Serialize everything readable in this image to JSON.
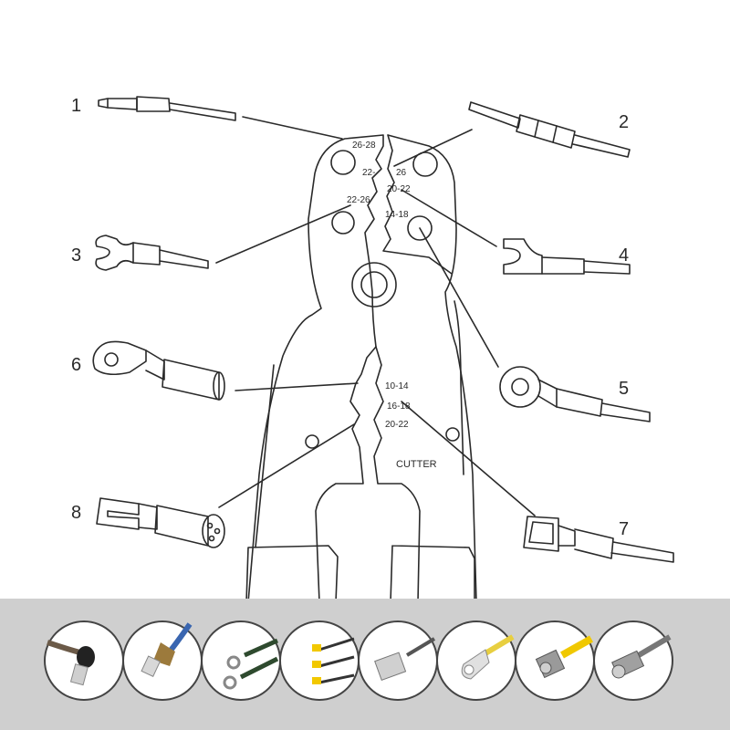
{
  "callouts": [
    {
      "num": "1"
    },
    {
      "num": "2"
    },
    {
      "num": "3"
    },
    {
      "num": "4"
    },
    {
      "num": "5"
    },
    {
      "num": "6"
    },
    {
      "num": "7"
    },
    {
      "num": "8"
    }
  ],
  "jaw_labels": {
    "g1": "26-28",
    "g2a": "22-",
    "g2b": "26",
    "g3": "20-22",
    "g4": "22-26",
    "g5": "14-18",
    "g6": "10-14",
    "g7": "16-18",
    "g8": "20-22",
    "cutter": "CUTTER"
  },
  "gallery": {
    "background": "#cfcfcf",
    "items": [
      {
        "icon": "bare-terminal-icon"
      },
      {
        "icon": "ferrule-terminal-icon"
      },
      {
        "icon": "ring-terminals-icon"
      },
      {
        "icon": "spade-terminals-icon"
      },
      {
        "icon": "female-disconnect-icon"
      },
      {
        "icon": "lug-terminal-icon"
      },
      {
        "icon": "f-connector-icon"
      },
      {
        "icon": "bnc-connector-icon"
      }
    ]
  }
}
